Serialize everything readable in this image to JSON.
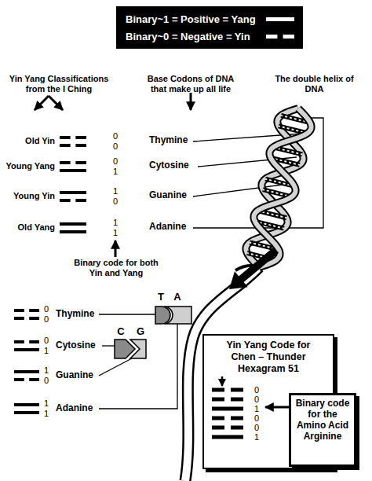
{
  "diagram": {
    "nodes": [
      {
        "text": [
          "Binary~1 = Positive = Yang",
          "Binary~0 = Negative = Yin"
        ]
      },
      {
        "text": [
          "Yin Yang Code for Chen – Thunder Hexagram 51",
          "0",
          "0",
          "1",
          "0",
          "0",
          "1"
        ]
      },
      {
        "text": [
          "Binary code for the Amino Acid Arginine"
        ]
      }
    ],
    "edges": [
      {
        "from": 2,
        "to": 1,
        "arrow": "to"
      }
    ],
    "labels": [
      "Yin Yang Classifications from the I Ching",
      "Base Codons of DNA that make up all life",
      "The double helix of DNA",
      "Old Yin",
      "0",
      "0",
      "Thymine",
      "Young Yang",
      "0",
      "1",
      "Cytosine",
      "Young Yin",
      "1",
      "0",
      "Guanine",
      "Old Yang",
      "1",
      "1",
      "Adanine",
      "Binary code for both Yin and Yang",
      "T",
      "A",
      "0",
      "0",
      "Thymine",
      "C",
      "G",
      "0",
      "1",
      "Cytosine",
      "1",
      "0",
      "Guanine",
      "1",
      "1",
      "Adanine"
    ]
  }
}
